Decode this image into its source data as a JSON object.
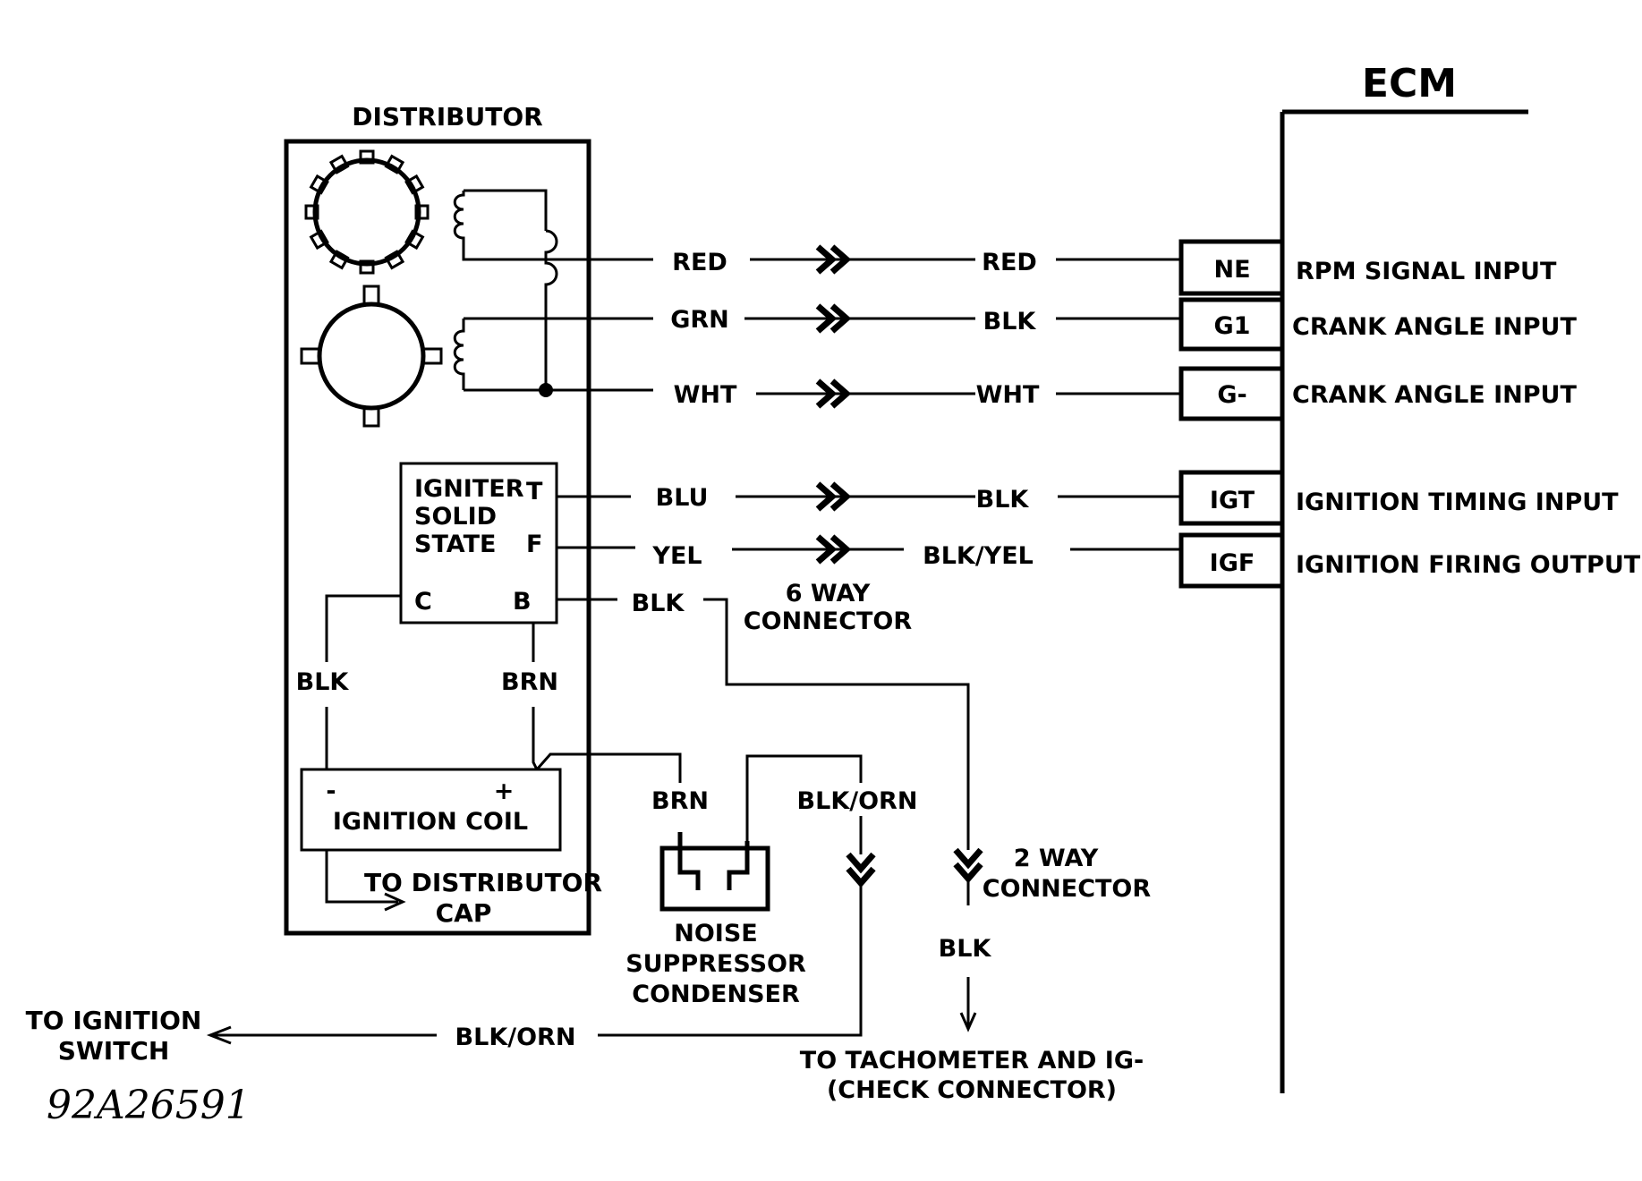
{
  "distributor": {
    "title": "DISTRIBUTOR",
    "igniter": {
      "line1": "IGNITER",
      "line2": "SOLID",
      "line3": "STATE",
      "pin_t": "T",
      "pin_f": "F",
      "pin_c": "C",
      "pin_b": "B"
    },
    "coil": {
      "minus": "-",
      "plus": "+",
      "label": "IGNITION COIL"
    },
    "cap": {
      "line1": "TO DISTRIBUTOR",
      "line2": "CAP"
    },
    "wire_c": "BLK",
    "wire_b": "BRN"
  },
  "ecm": {
    "title": "ECM",
    "pins": [
      {
        "code": "NE",
        "desc": "RPM SIGNAL INPUT"
      },
      {
        "code": "G1",
        "desc": "CRANK ANGLE INPUT"
      },
      {
        "code": "G-",
        "desc": "CRANK ANGLE INPUT"
      },
      {
        "code": "IGT",
        "desc": "IGNITION TIMING INPUT"
      },
      {
        "code": "IGF",
        "desc": "IGNITION FIRING OUTPUT"
      }
    ]
  },
  "wires": [
    {
      "left": "RED",
      "right": "RED"
    },
    {
      "left": "GRN",
      "right": "BLK"
    },
    {
      "left": "WHT",
      "right": "WHT"
    },
    {
      "left": "BLU",
      "right": "BLK"
    },
    {
      "left": "YEL",
      "right": "BLK/YEL"
    }
  ],
  "b_wire": "BLK",
  "six_way": {
    "line1": "6 WAY",
    "line2": "CONNECTOR"
  },
  "two_way": {
    "line1": "2 WAY",
    "line2": "CONNECTOR"
  },
  "condenser": {
    "wire": "BRN",
    "line1": "NOISE",
    "line2": "SUPPRESSOR",
    "line3": "CONDENSER"
  },
  "blk_orn_top": "BLK/ORN",
  "blk_orn_bottom": "BLK/ORN",
  "tach_wire": "BLK",
  "tach": {
    "line1": "TO TACHOMETER AND IG-",
    "line2": "(CHECK CONNECTOR)"
  },
  "ignition_switch": {
    "line1": "TO IGNITION",
    "line2": "SWITCH"
  },
  "figure_code": "92A26591"
}
